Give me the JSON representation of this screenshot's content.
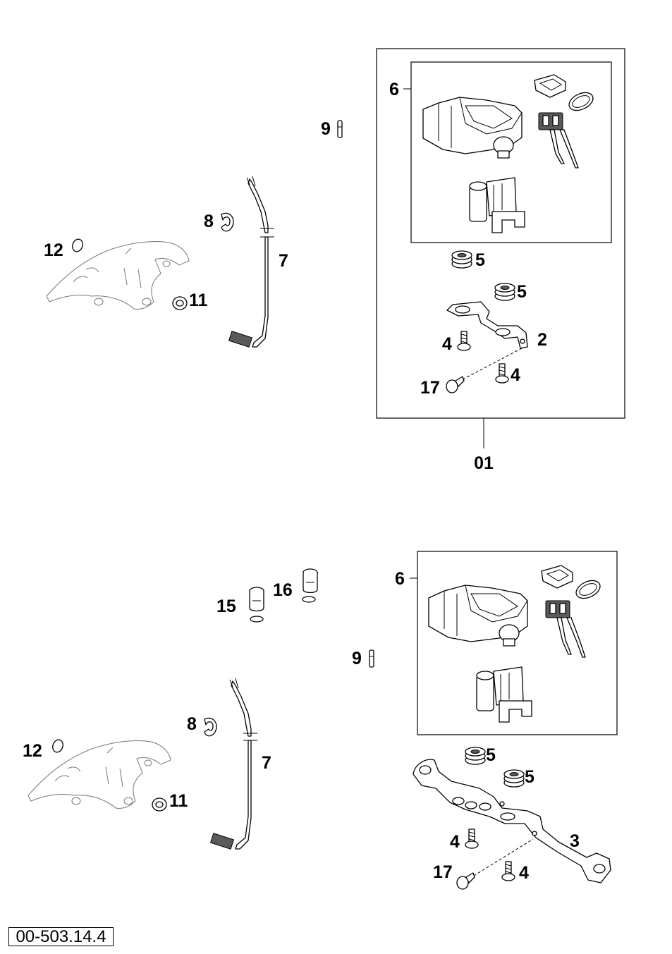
{
  "diagram_code": "00-503.14.4",
  "kit_label": "01",
  "upper_assembly": {
    "callouts": [
      "6",
      "9",
      "8",
      "7",
      "12",
      "11",
      "5",
      "5",
      "4",
      "2",
      "17",
      "4"
    ]
  },
  "lower_assembly": {
    "callouts": [
      "6",
      "16",
      "15",
      "9",
      "8",
      "7",
      "12",
      "11",
      "5",
      "5",
      "4",
      "3",
      "17",
      "4"
    ]
  }
}
